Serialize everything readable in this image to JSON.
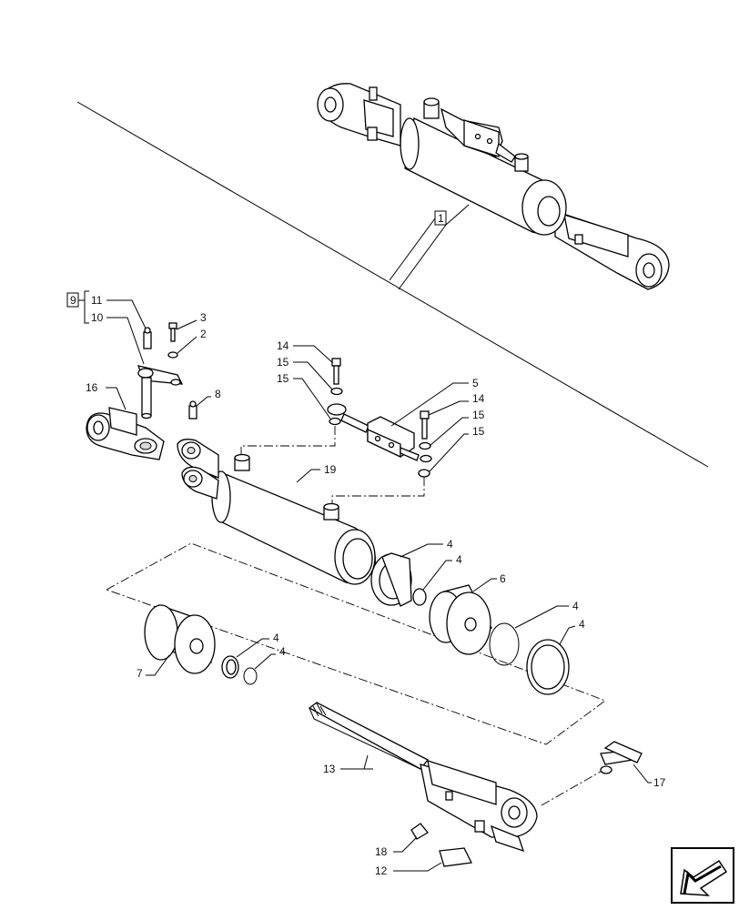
{
  "diagram": {
    "labels": [
      {
        "id": "1",
        "boxed": true
      },
      {
        "id": "9",
        "boxed": true
      },
      {
        "id": "11"
      },
      {
        "id": "10"
      },
      {
        "id": "3"
      },
      {
        "id": "2"
      },
      {
        "id": "16"
      },
      {
        "id": "8"
      },
      {
        "id": "14a",
        "text": "14"
      },
      {
        "id": "15a",
        "text": "15"
      },
      {
        "id": "15b",
        "text": "15"
      },
      {
        "id": "5"
      },
      {
        "id": "14b",
        "text": "14"
      },
      {
        "id": "15c",
        "text": "15"
      },
      {
        "id": "15d",
        "text": "15"
      },
      {
        "id": "19"
      },
      {
        "id": "4a",
        "text": "4"
      },
      {
        "id": "4b",
        "text": "4"
      },
      {
        "id": "6"
      },
      {
        "id": "4c",
        "text": "4"
      },
      {
        "id": "4d",
        "text": "4"
      },
      {
        "id": "4e",
        "text": "4"
      },
      {
        "id": "4f",
        "text": "4"
      },
      {
        "id": "7"
      },
      {
        "id": "13"
      },
      {
        "id": "17"
      },
      {
        "id": "18"
      },
      {
        "id": "12"
      }
    ]
  },
  "text": {
    "l1": "1",
    "l9": "9",
    "l11": "11",
    "l10": "10",
    "l3": "3",
    "l2": "2",
    "l16": "16",
    "l8": "8",
    "l14a": "14",
    "l15a": "15",
    "l15b": "15",
    "l5": "5",
    "l14b": "14",
    "l15c": "15",
    "l15d": "15",
    "l19": "19",
    "l4a": "4",
    "l4b": "4",
    "l6": "6",
    "l4c": "4",
    "l4d": "4",
    "l4e": "4",
    "l4f": "4",
    "l7": "7",
    "l13": "13",
    "l17": "17",
    "l18": "18",
    "l12": "12"
  },
  "icons": {
    "nav": "back-arrow-icon"
  }
}
